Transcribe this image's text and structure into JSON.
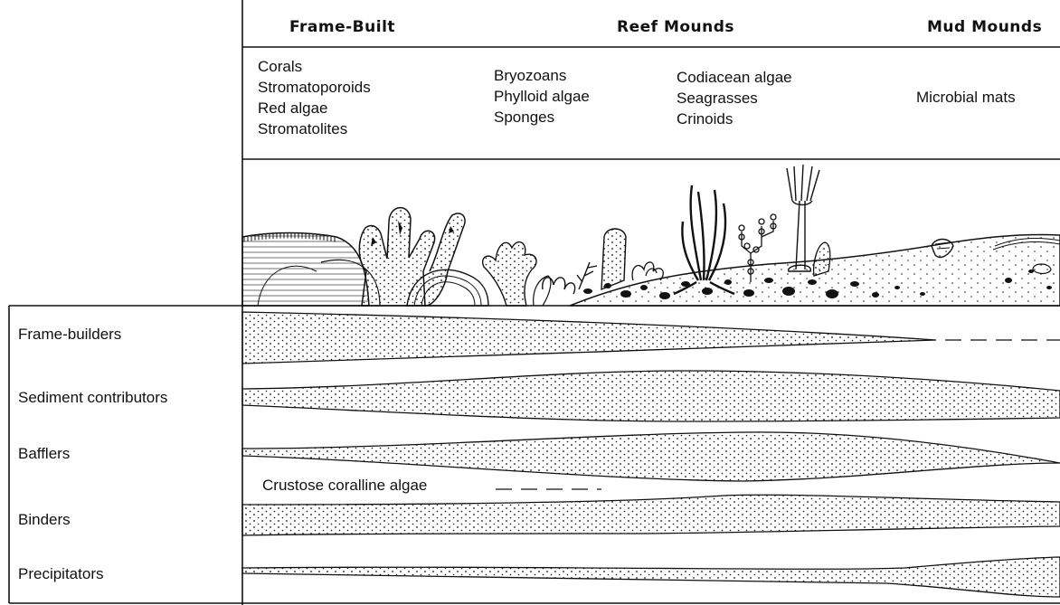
{
  "headers": {
    "frame_built": "Frame-Built",
    "reef_mounds": "Reef Mounds",
    "mud_mounds": "Mud Mounds"
  },
  "organisms": {
    "col1": [
      "Corals",
      "Stromatoporoids",
      "Red algae",
      "Stromatolites"
    ],
    "col2": [
      "Bryozoans",
      "Phylloid algae",
      "Sponges"
    ],
    "col3": [
      "Codiacean algae",
      "Seagrasses",
      "Crinoids"
    ],
    "col4": [
      "Microbial mats"
    ]
  },
  "roles": [
    "Frame-builders",
    "Sediment contributors",
    "Bafflers",
    "Binders",
    "Precipitators"
  ],
  "annotation": "Crustose coralline algae",
  "colors": {
    "ink": "#111111",
    "background": "#ffffff"
  }
}
